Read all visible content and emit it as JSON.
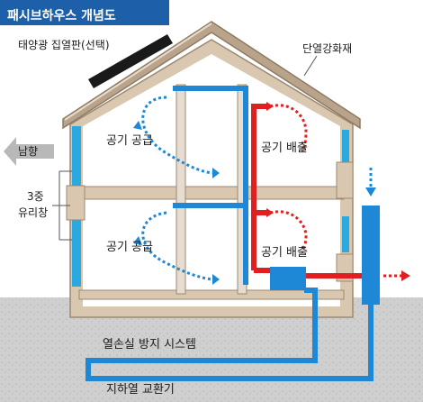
{
  "title": "패시브하우스 개념도",
  "labels": {
    "solar_collector": "태양광 집열판(선택)",
    "insulation": "단열강화재",
    "south": "남향",
    "glass_line1": "3중",
    "glass_line2": "유리창",
    "supply_upper": "공기  공급",
    "exhaust_upper": "공기  배출",
    "supply_lower": "공기  공급",
    "exhaust_lower": "공기  배출",
    "heat_recovery": "열손실 방지 시스템",
    "geothermal": "지하열 교환기"
  },
  "colors": {
    "title_bg": "#1d5fa8",
    "cold_air": "#1e88d6",
    "warm_air": "#e02020",
    "wall": "#d9c7b0",
    "roof": "#b9a48b",
    "window": "#2aa8e0",
    "ground": "#cfcfcf",
    "interior": "#ffffff"
  },
  "icons": {
    "south_arrow": "left-arrow-icon",
    "fresh_air_arrow": "down-arrow-icon",
    "exhaust_arrow": "right-arrow-icon"
  }
}
